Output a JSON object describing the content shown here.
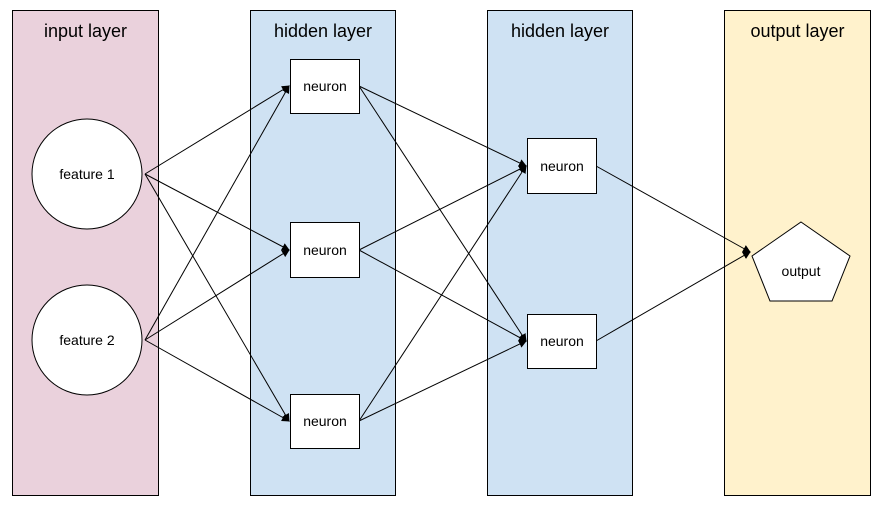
{
  "colors": {
    "input_band": "#ead1dc",
    "hidden_band": "#cfe2f3",
    "output_band": "#fff2cc",
    "stroke": "#000000",
    "node_fill": "#ffffff"
  },
  "layers": [
    {
      "title": "input layer",
      "kind": "input"
    },
    {
      "title": "hidden layer",
      "kind": "hidden"
    },
    {
      "title": "hidden layer",
      "kind": "hidden"
    },
    {
      "title": "output layer",
      "kind": "output"
    }
  ],
  "nodes": {
    "input": [
      {
        "label": "feature 1",
        "shape": "circle"
      },
      {
        "label": "feature 2",
        "shape": "circle"
      }
    ],
    "hidden1": [
      {
        "label": "neuron",
        "shape": "square"
      },
      {
        "label": "neuron",
        "shape": "square"
      },
      {
        "label": "neuron",
        "shape": "square"
      }
    ],
    "hidden2": [
      {
        "label": "neuron",
        "shape": "square"
      },
      {
        "label": "neuron",
        "shape": "square"
      }
    ],
    "output": [
      {
        "label": "output",
        "shape": "pentagon"
      }
    ]
  },
  "connections": "fully-connected"
}
